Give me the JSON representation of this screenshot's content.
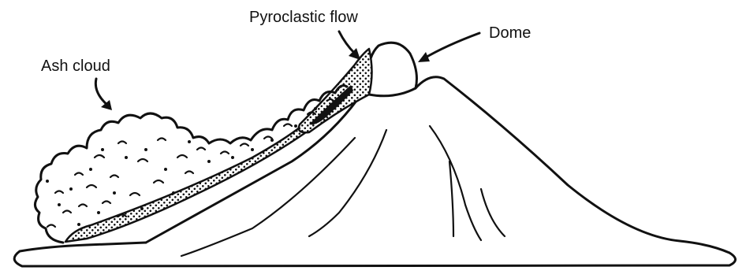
{
  "labels": {
    "ash_cloud": "Ash cloud",
    "pyroclastic_flow": "Pyroclastic flow",
    "dome": "Dome"
  },
  "colors": {
    "ink": "#111111",
    "background": "#ffffff"
  }
}
